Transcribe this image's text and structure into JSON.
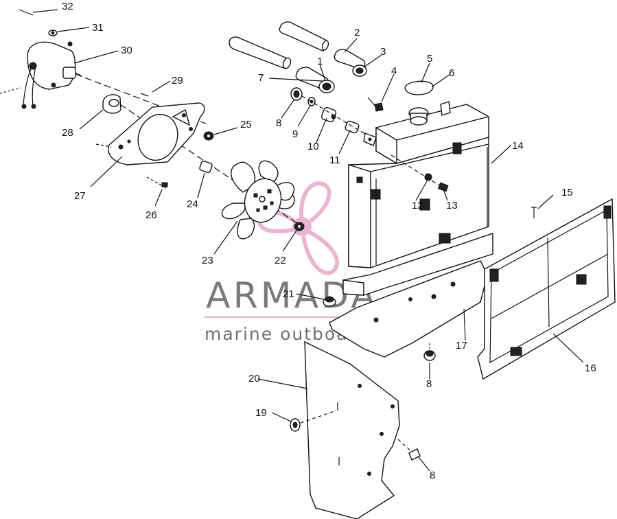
{
  "watermark": {
    "brand": "ARMADA",
    "tagline": "marine outboards",
    "logo_color": "#e8a9c9",
    "text_color": "#7a7a7a"
  },
  "callouts": [
    "1",
    "2",
    "3",
    "4",
    "5",
    "6",
    "7",
    "8",
    "9",
    "10",
    "11",
    "12",
    "13",
    "14",
    "15",
    "16",
    "17",
    "8",
    "19",
    "20",
    "21",
    "22",
    "23",
    "24",
    "25",
    "26",
    "27",
    "28",
    "29",
    "30",
    "31",
    "32"
  ],
  "diagram": {
    "parts": [
      "radiator",
      "fan-shroud-plate",
      "mounting-bracket",
      "grille-screen",
      "fan-blade",
      "fan-motor",
      "radiator-cap",
      "hoses"
    ]
  }
}
